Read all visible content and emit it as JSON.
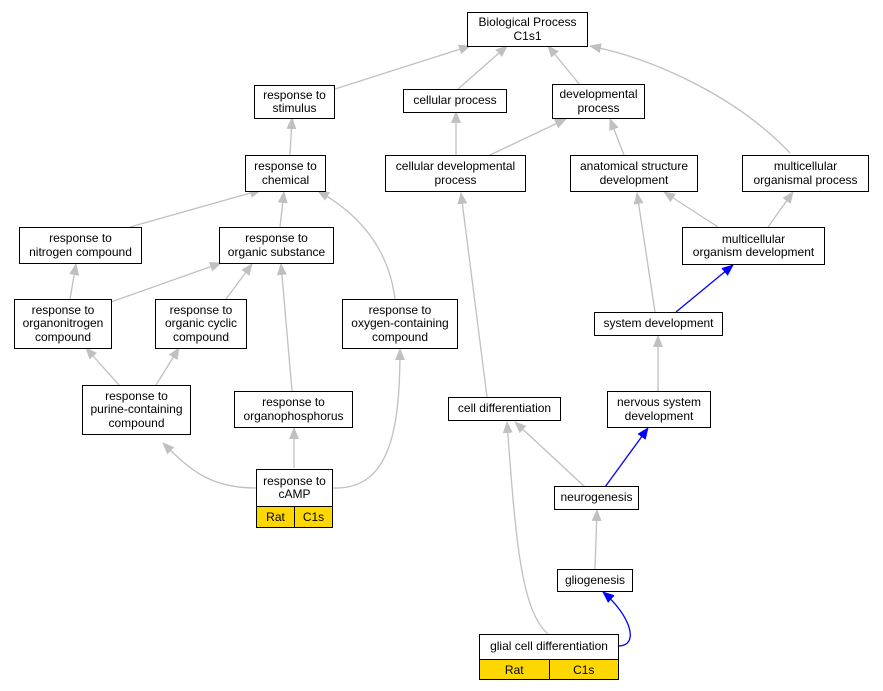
{
  "nodes": {
    "bp": "Biological Process\nC1s1",
    "response_stimulus": "response to\nstimulus",
    "cellular_process": "cellular process",
    "developmental_process": "developmental\nprocess",
    "response_chemical": "response to\nchemical",
    "cellular_dev_process": "cellular developmental\nprocess",
    "anatomical_dev": "anatomical structure\ndevelopment",
    "multicellular_process": "multicellular\norganismal process",
    "response_nitrogen": "response to\nnitrogen compound",
    "response_organic": "response to\norganic substance",
    "multicellular_dev": "multicellular\norganism development",
    "response_organonitrogen": "response to\norganonitrogen\ncompound",
    "response_organic_cyclic": "response to\norganic cyclic\ncompound",
    "response_oxygen": "response to\noxygen-containing\ncompound",
    "system_dev": "system development",
    "response_purine": "response to\npurine-containing\ncompound",
    "response_organophosphorus": "response to\norganophosphorus",
    "cell_differentiation": "cell differentiation",
    "nervous_system_dev": "nervous system\ndevelopment",
    "response_camp": "response to\ncAMP",
    "neurogenesis": "neurogenesis",
    "gliogenesis": "gliogenesis",
    "glial_diff": "glial cell differentiation"
  },
  "annotations": {
    "camp": [
      "Rat",
      "C1s"
    ],
    "glial": [
      "Rat",
      "C1s"
    ]
  },
  "colors": {
    "grey_edge": "#c0c0c0",
    "blue_edge": "#0000ff",
    "tag_fill": "#ffd700"
  }
}
